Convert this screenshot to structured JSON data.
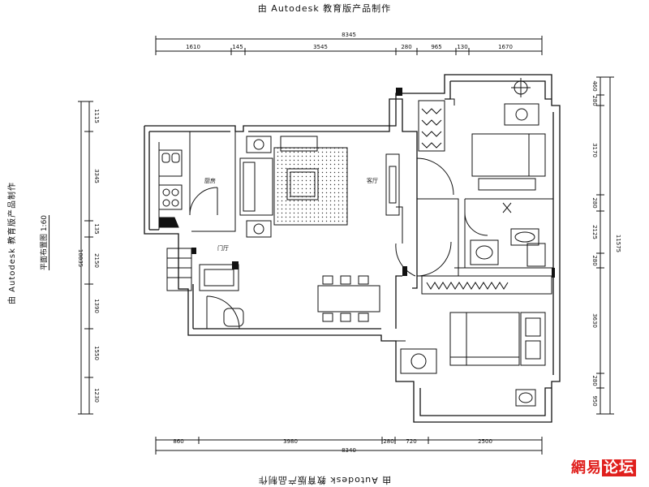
{
  "watermark": "由 Autodesk 教育版产品制作",
  "plan_title": "平面布置图 1:60",
  "logo": {
    "part1": "網易",
    "part2": "论坛"
  },
  "dimensions": {
    "top_total": "8345",
    "top_segments": [
      "1610",
      "145",
      "3545",
      "280",
      "965",
      "130",
      "1670"
    ],
    "bottom_total": "8340",
    "bottom_segments": [
      "860",
      "3980",
      "280",
      "720",
      "2500"
    ],
    "left_total": "10835",
    "left_segments": [
      "1115",
      "3345",
      "135",
      "2150",
      "1390",
      "1550",
      "1230"
    ],
    "right_total": "11575",
    "right_segments": [
      "460",
      "280",
      "3170",
      "280",
      "2125",
      "280",
      "3630",
      "280",
      "950"
    ]
  },
  "rooms": {
    "kitchen": "厨房",
    "living": "客厅",
    "hall": "门厅"
  },
  "colors": {
    "line": "#111111",
    "logo_red": "#e0201d"
  }
}
